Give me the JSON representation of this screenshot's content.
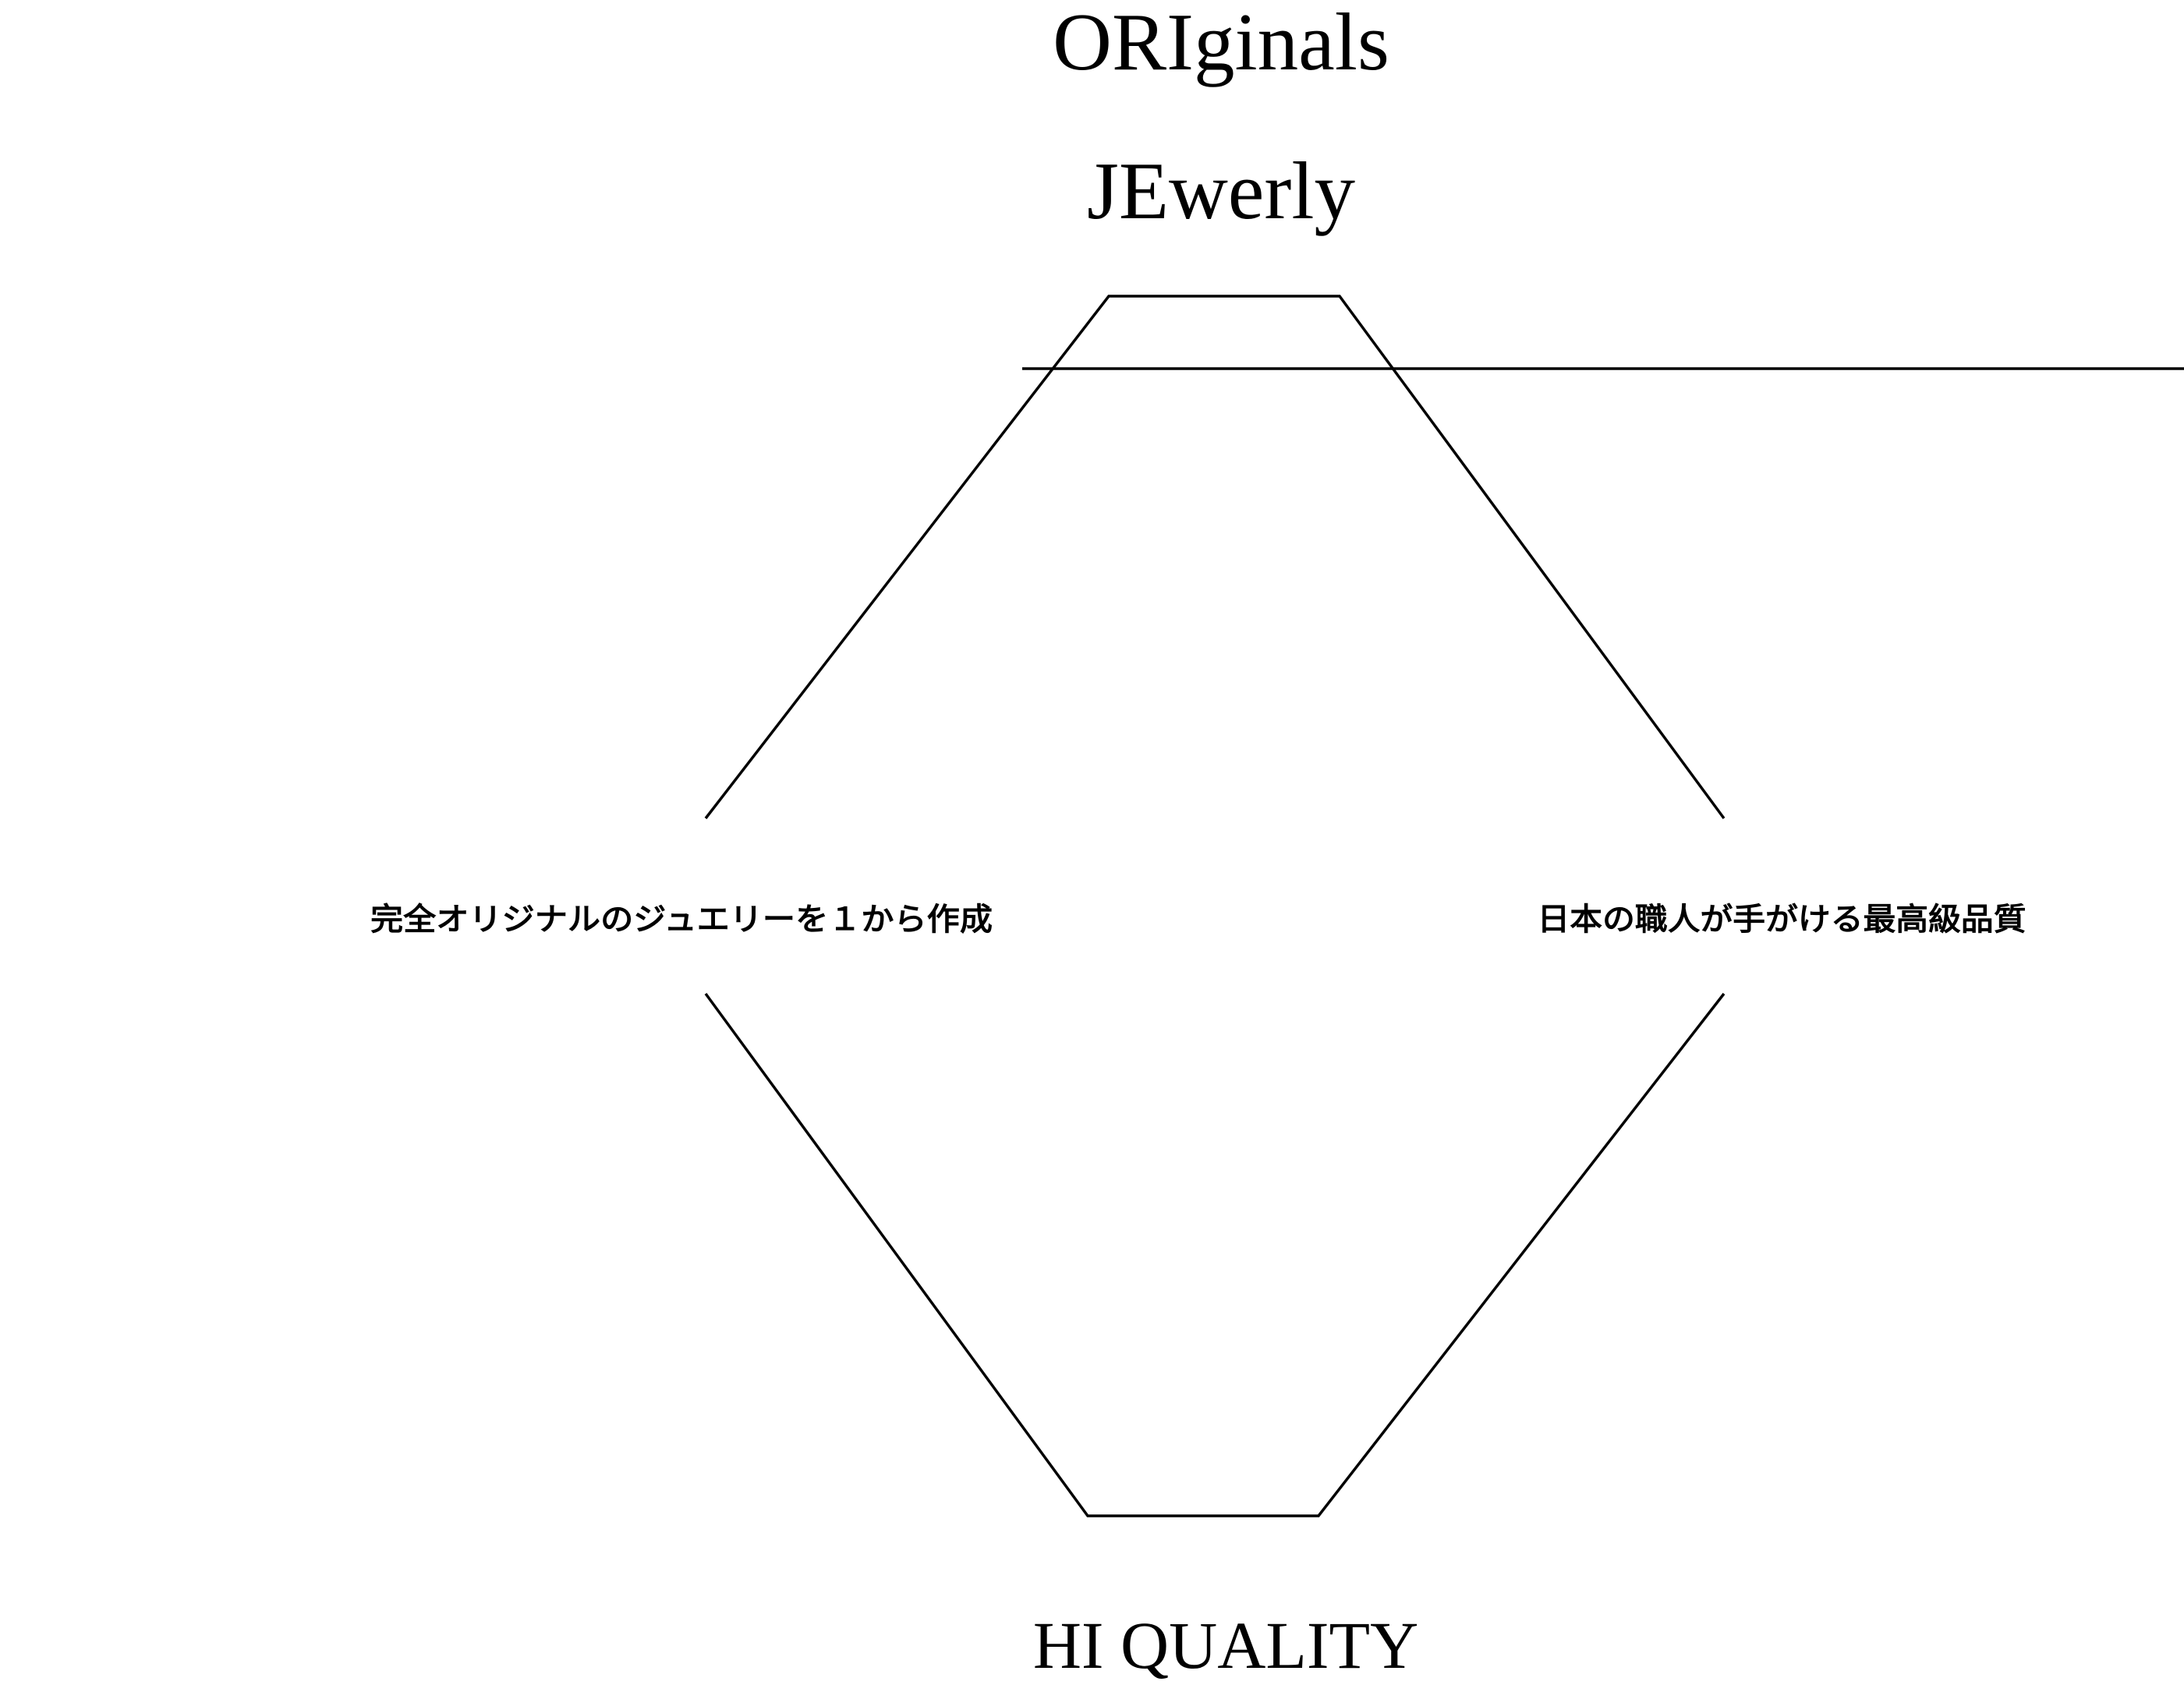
{
  "heading": {
    "line1": "ORIginals",
    "line2": "JEwerly"
  },
  "features": {
    "left": "完全オリジナルのジュエリーを１から作成",
    "right": "日本の職人が手がける最高級品質"
  },
  "footer": {
    "label": "HI QUALITY"
  },
  "colors": {
    "stroke": "#000000",
    "background": "#ffffff"
  }
}
